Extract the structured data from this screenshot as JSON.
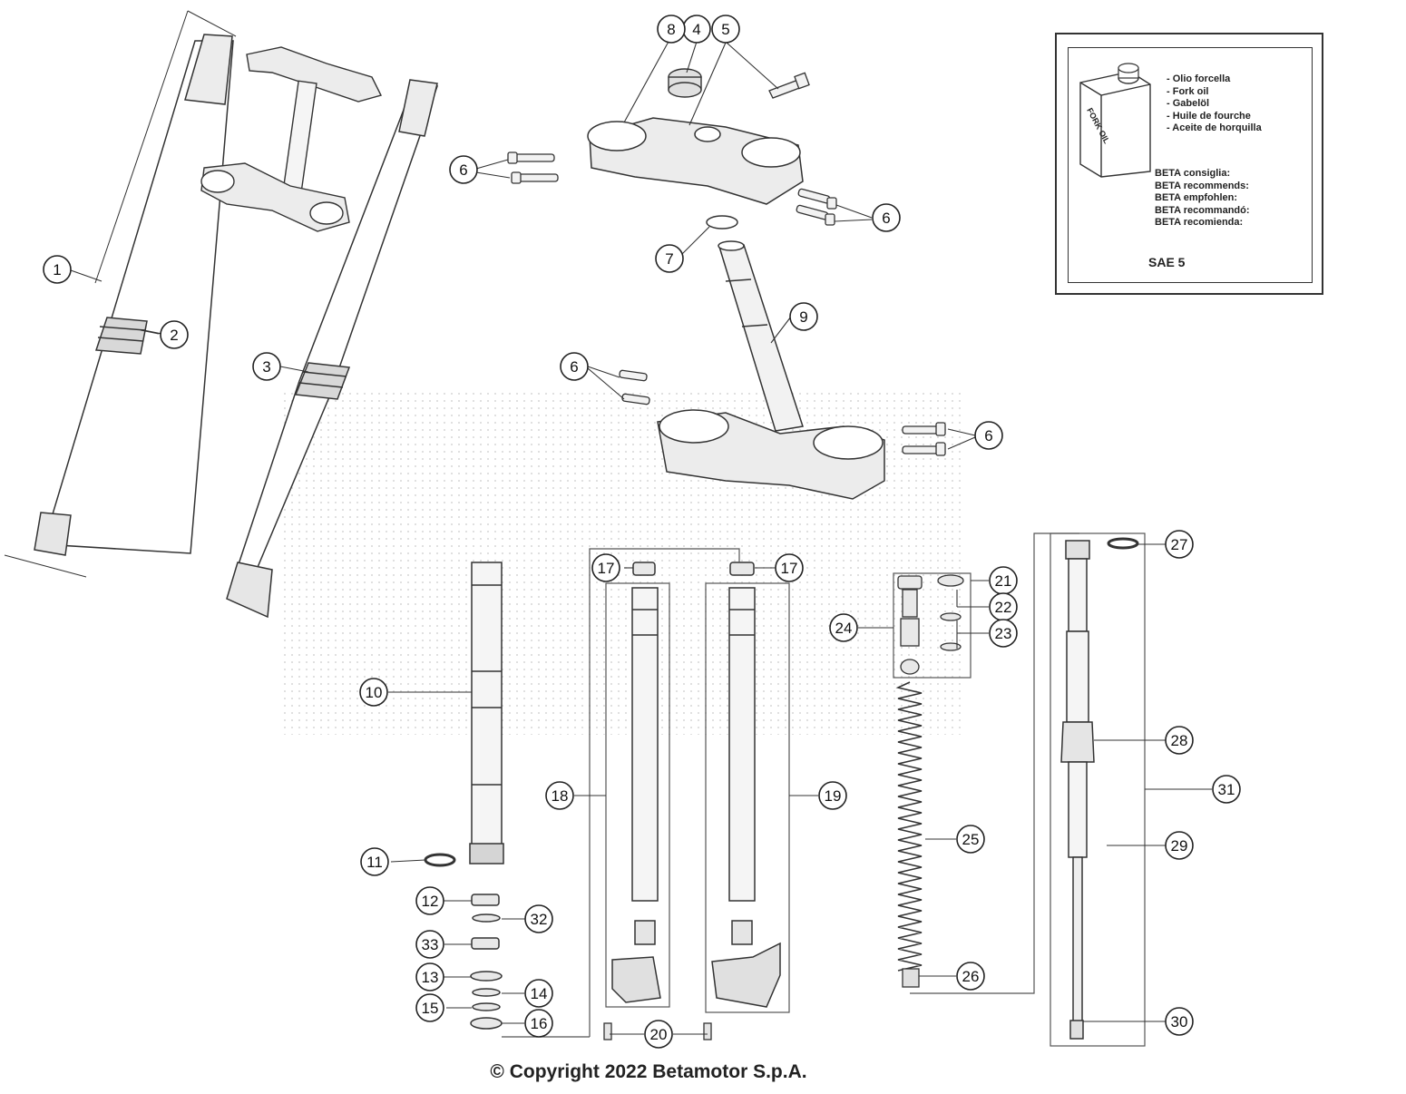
{
  "legend": {
    "oil_lines": [
      "- Olio forcella",
      "- Fork oil",
      "- Gabelöl",
      "- Huile de fourche",
      "- Aceite de horquilla"
    ],
    "can_label": "FORK OIL",
    "recommend_lines": [
      "BETA consiglia:",
      "BETA recommends:",
      "BETA empfohlen:",
      "BETA recommandó:",
      "BETA recomienda:"
    ],
    "oil_grade": "SAE 5"
  },
  "callouts": [
    {
      "id": "c1",
      "label": "1"
    },
    {
      "id": "c2",
      "label": "2"
    },
    {
      "id": "c3",
      "label": "3"
    },
    {
      "id": "c4",
      "label": "4"
    },
    {
      "id": "c5",
      "label": "5"
    },
    {
      "id": "c6a",
      "label": "6"
    },
    {
      "id": "c6b",
      "label": "6"
    },
    {
      "id": "c6c",
      "label": "6"
    },
    {
      "id": "c6d",
      "label": "6"
    },
    {
      "id": "c7",
      "label": "7"
    },
    {
      "id": "c8",
      "label": "8"
    },
    {
      "id": "c9",
      "label": "9"
    },
    {
      "id": "c10",
      "label": "10"
    },
    {
      "id": "c11",
      "label": "11"
    },
    {
      "id": "c12",
      "label": "12"
    },
    {
      "id": "c13",
      "label": "13"
    },
    {
      "id": "c14",
      "label": "14"
    },
    {
      "id": "c15",
      "label": "15"
    },
    {
      "id": "c16",
      "label": "16"
    },
    {
      "id": "c17a",
      "label": "17"
    },
    {
      "id": "c17b",
      "label": "17"
    },
    {
      "id": "c18",
      "label": "18"
    },
    {
      "id": "c19",
      "label": "19"
    },
    {
      "id": "c20",
      "label": "20"
    },
    {
      "id": "c21",
      "label": "21"
    },
    {
      "id": "c22",
      "label": "22"
    },
    {
      "id": "c23",
      "label": "23"
    },
    {
      "id": "c24",
      "label": "24"
    },
    {
      "id": "c25",
      "label": "25"
    },
    {
      "id": "c26",
      "label": "26"
    },
    {
      "id": "c27",
      "label": "27"
    },
    {
      "id": "c28",
      "label": "28"
    },
    {
      "id": "c29",
      "label": "29"
    },
    {
      "id": "c30",
      "label": "30"
    },
    {
      "id": "c31",
      "label": "31"
    },
    {
      "id": "c32",
      "label": "32"
    },
    {
      "id": "c33",
      "label": "33"
    }
  ],
  "copyright": "© Copyright 2022 Betamotor S.p.A."
}
